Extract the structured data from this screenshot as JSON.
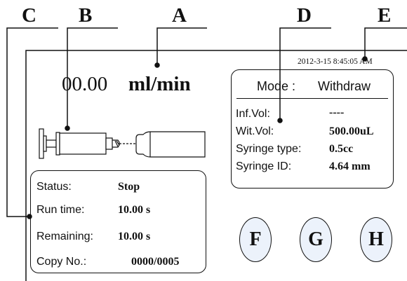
{
  "callouts": {
    "a": "A",
    "b": "B",
    "c": "C",
    "d": "D",
    "e": "E"
  },
  "screen": {
    "timestamp": "2012-3-15 8:45:05 AM",
    "flow_rate": {
      "value": "00.00",
      "unit": "ml/min"
    },
    "syringe_icon": "syringe-pump-icon",
    "mode_panel": {
      "mode_label": "Mode :",
      "mode_value": "Withdraw",
      "rows": [
        {
          "key": "Inf.Vol:",
          "value": "----"
        },
        {
          "key": "Wit.Vol:",
          "value": "500.00uL"
        },
        {
          "key": "Syringe type:",
          "value": "0.5cc"
        },
        {
          "key": "Syringe ID:",
          "value": "4.64 mm"
        }
      ]
    },
    "status_panel": {
      "rows": [
        {
          "key": "Status:",
          "value": "Stop"
        },
        {
          "key": "Run time:",
          "value": "10.00 s"
        },
        {
          "key": "Remaining:",
          "value": "10.00 s"
        },
        {
          "key": "Copy No.:",
          "value": "0000/0005"
        }
      ]
    },
    "buttons": {
      "f": "F",
      "g": "G",
      "h": "H"
    }
  }
}
